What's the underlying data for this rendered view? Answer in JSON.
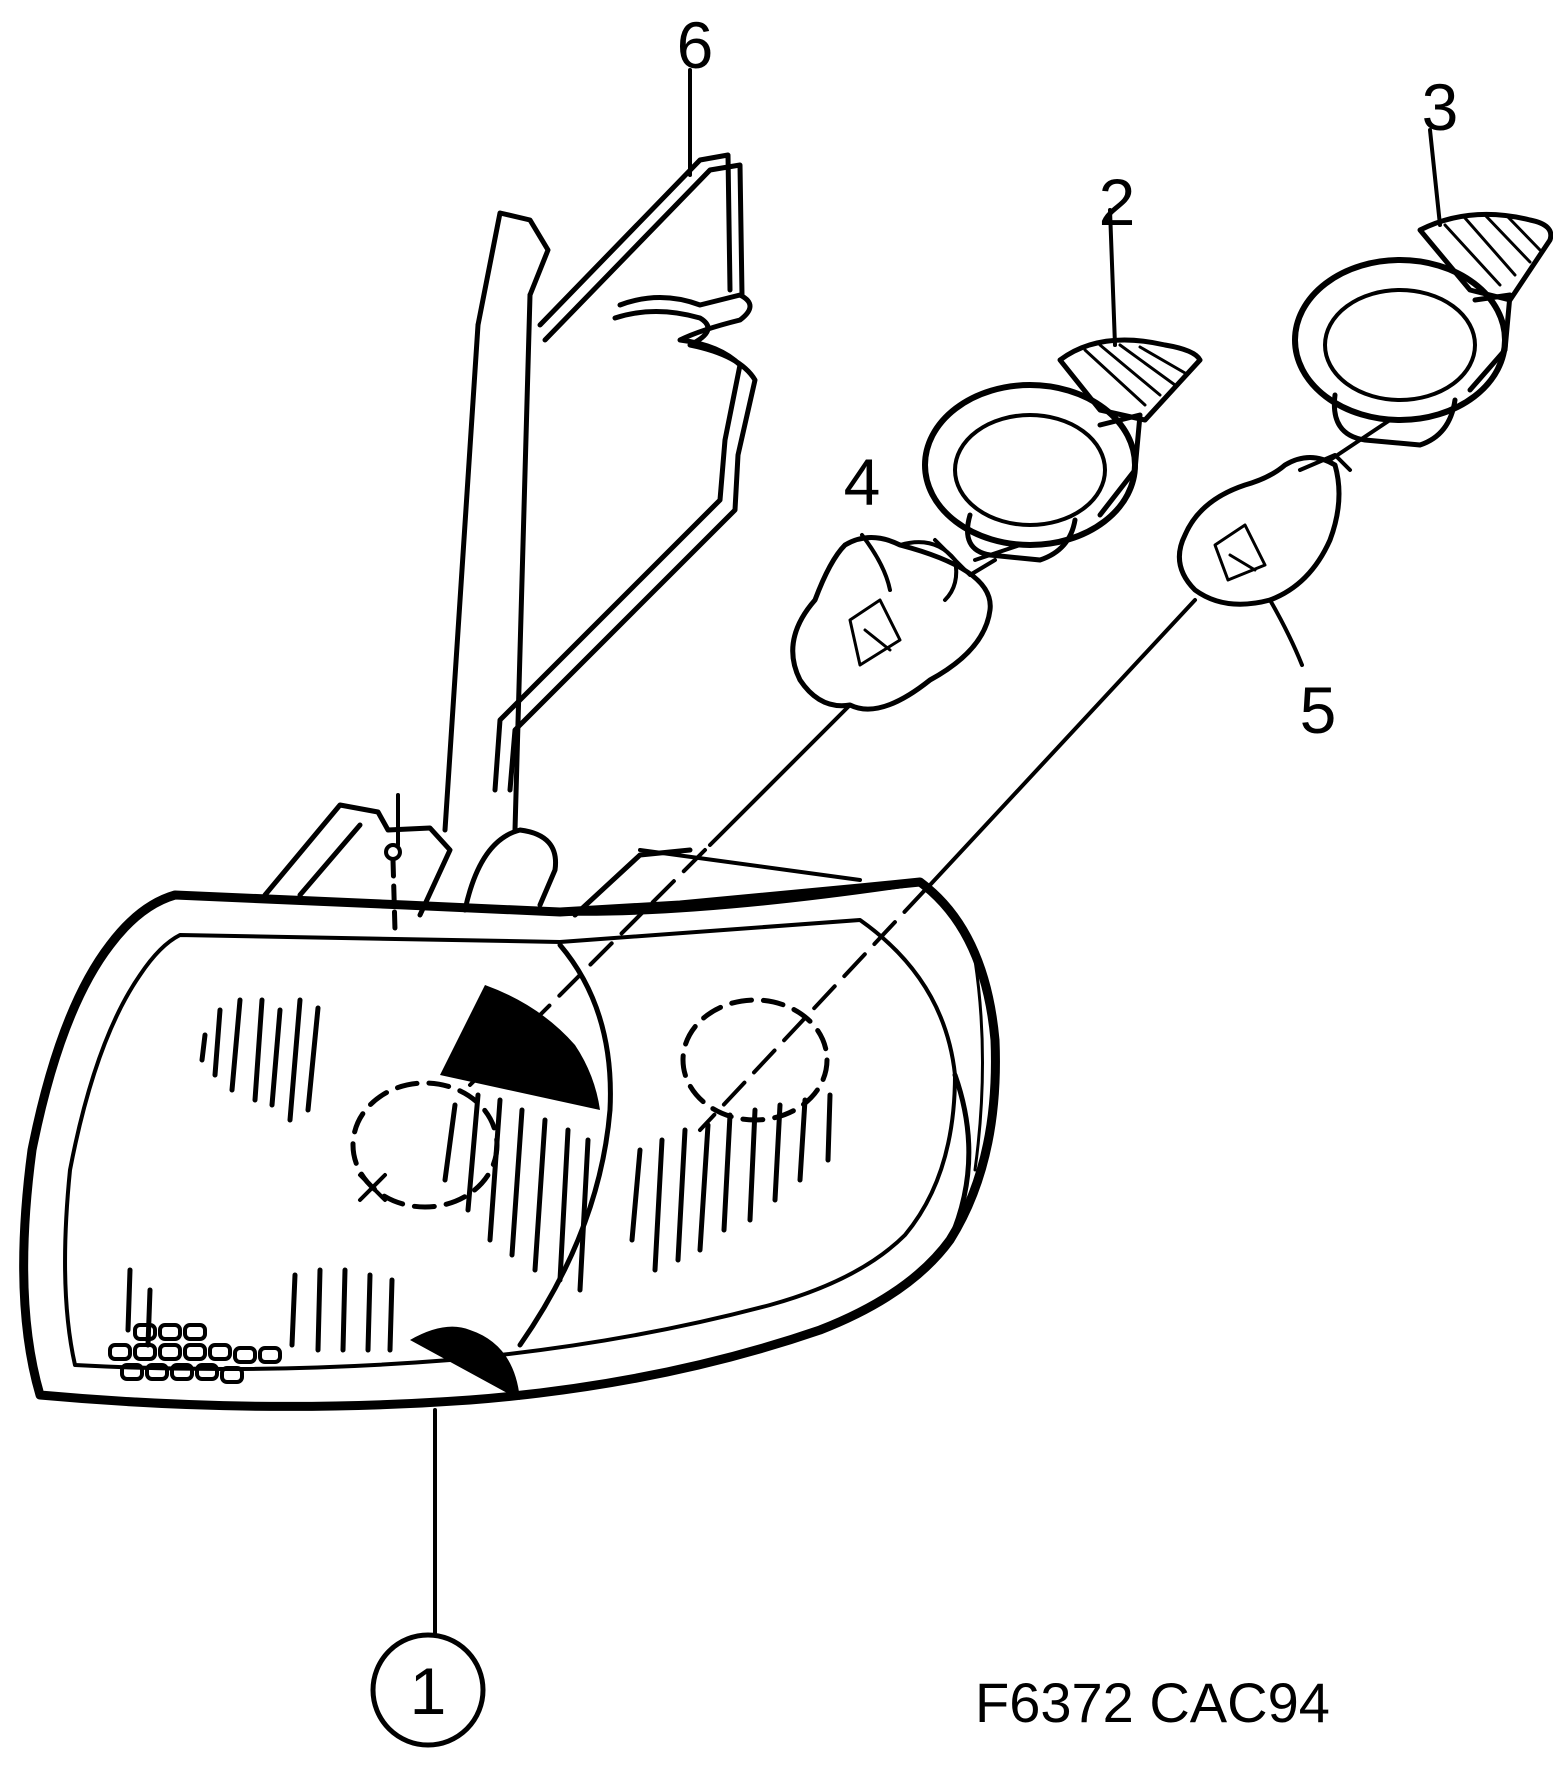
{
  "callouts": {
    "c1": "1",
    "c2": "2",
    "c3": "3",
    "c4": "4",
    "c5": "5",
    "c6": "6"
  },
  "figure_code": "F6372 CAC94",
  "colors": {
    "ink": "#000000",
    "paper": "#ffffff"
  }
}
